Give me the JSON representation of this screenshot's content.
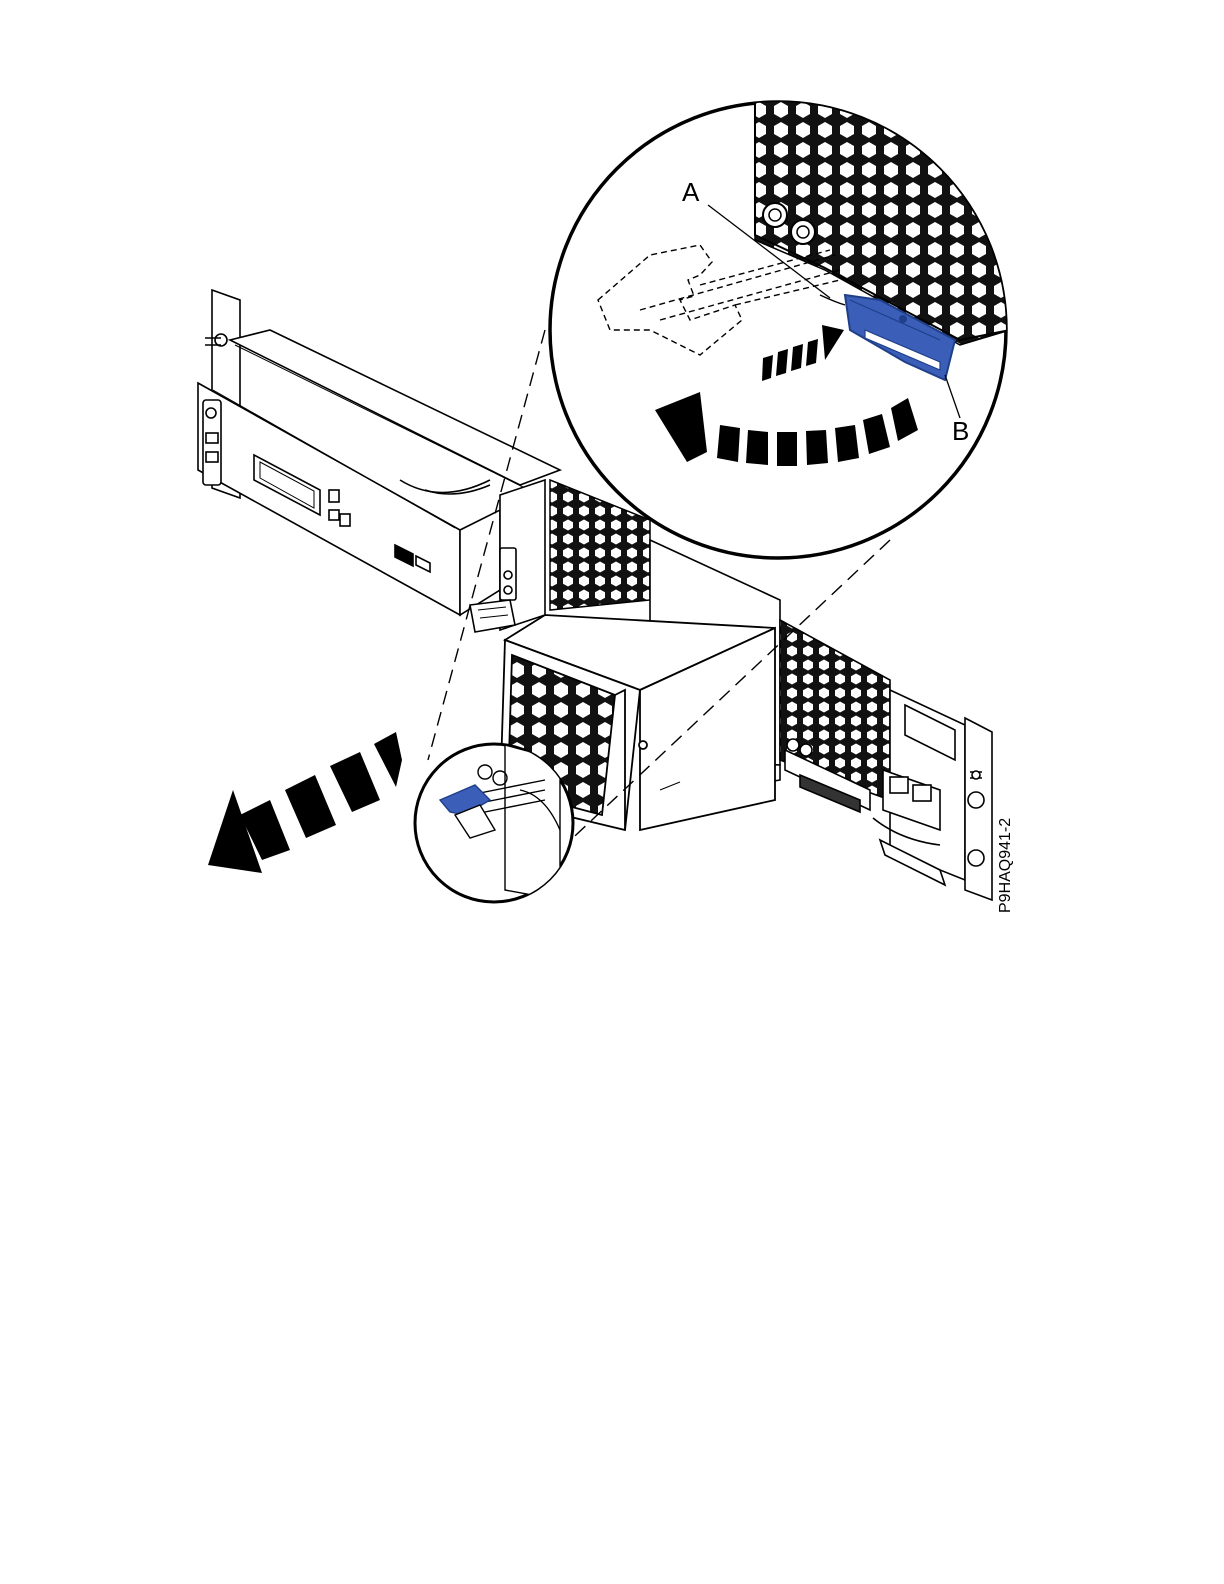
{
  "figure": {
    "figure_id": "P9HAQ941-2",
    "callouts": {
      "a": "A",
      "b": "B"
    },
    "colors": {
      "accent": "#3b5fb8",
      "accent_dark": "#1f3f8a",
      "line": "#000000",
      "panel": "#ffffff"
    },
    "icons": {
      "pull_arrow": "dashed-arrow-left-icon",
      "rotate_arrow": "curved-arrow-icon",
      "push_arrow": "dashed-arrow-right-icon"
    }
  }
}
